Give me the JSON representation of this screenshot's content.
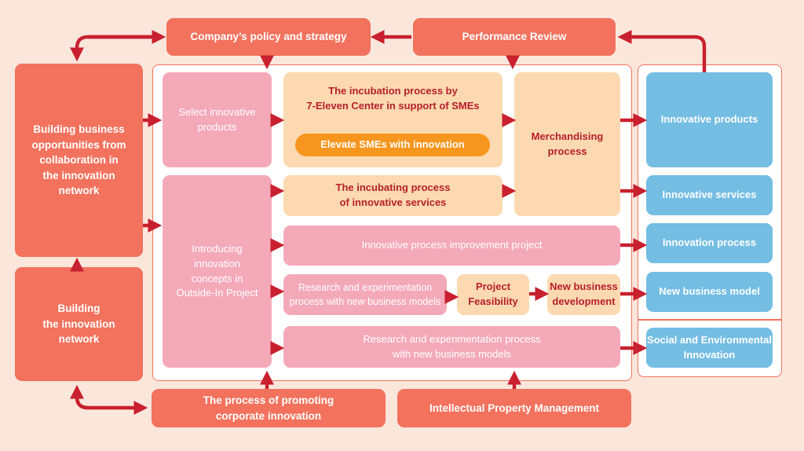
{
  "colors": {
    "background": "#fbe6dc",
    "salmon": "#f2725d",
    "pink": "#f4a9b9",
    "peach": "#fcd9b0",
    "blue": "#74bde3",
    "orange": "#f7961e",
    "arrow": "#c8202e",
    "dark_red_text": "#b61f2c"
  },
  "top": {
    "policy": "Company’s policy and strategy",
    "review": "Performance Review"
  },
  "left": {
    "opportunities": [
      "Building business",
      "opportunities from",
      "collaboration in",
      "the innovation",
      "network"
    ],
    "network": [
      "Building",
      "the innovation",
      "network"
    ]
  },
  "middle": {
    "select": [
      "Select innovative",
      "products"
    ],
    "introducing": [
      "Introducing",
      "innovation",
      "concepts in",
      "Outside-In Project"
    ],
    "incubation": [
      "The incubation process by",
      "7-Eleven Center in support of SMEs"
    ],
    "elevate": "Elevate SMEs with innovation",
    "merchandising": [
      "Merchandising",
      "process"
    ],
    "incubating_services": [
      "The incubating process",
      "of innovative services"
    ],
    "process_improvement": "Innovative process improvement project",
    "research_small": [
      "Research and experimentation",
      "process with new business models"
    ],
    "feasibility": [
      "Project",
      "Feasibility"
    ],
    "new_business_dev": [
      "New business",
      "development"
    ],
    "research_wide": [
      "Research and experimentation process",
      "with new business models"
    ]
  },
  "right": {
    "products": "Innovative products",
    "services": "Innovative services",
    "process": "Innovation process",
    "model": "New business model",
    "social": [
      "Social and Environmental",
      "Innovation"
    ]
  },
  "bottom": {
    "promoting": [
      "The process of promoting",
      "corporate innovation"
    ],
    "ip": "Intellectual Property Management"
  }
}
